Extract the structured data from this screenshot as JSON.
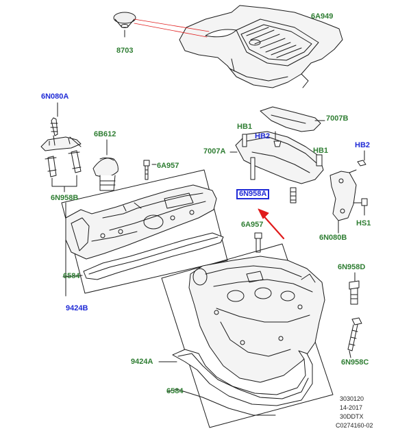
{
  "colors": {
    "part_label": "#2e7d32",
    "ref_label": "#1f2ad6",
    "pointer": "#e01b1b",
    "linework": "#1a1a1a"
  },
  "labels": {
    "p8703": "8703",
    "p6A949": "6A949",
    "p6N080A": "6N080A",
    "p6B612": "6B612",
    "p6A957_top": "6A957",
    "p6N958B": "6N958B",
    "p7007B": "7007B",
    "pHB1_left": "HB1",
    "pHB2_mid": "HB2",
    "p7007A": "7007A",
    "pHB1_right": "HB1",
    "pHB2_right": "HB2",
    "p6N958A": "6N958A",
    "pHS1": "HS1",
    "p6N080B": "6N080B",
    "p6A957_mid": "6A957",
    "p6584_left": "6584",
    "p9424B": "9424B",
    "p6N958D": "6N958D",
    "p9424A": "9424A",
    "p6584_bottom": "6584",
    "p6N958C": "6N958C"
  },
  "reference": {
    "line1": "3030120",
    "line2": "14-2017",
    "line3": "30DDTX",
    "line4": "C0274160-02"
  }
}
